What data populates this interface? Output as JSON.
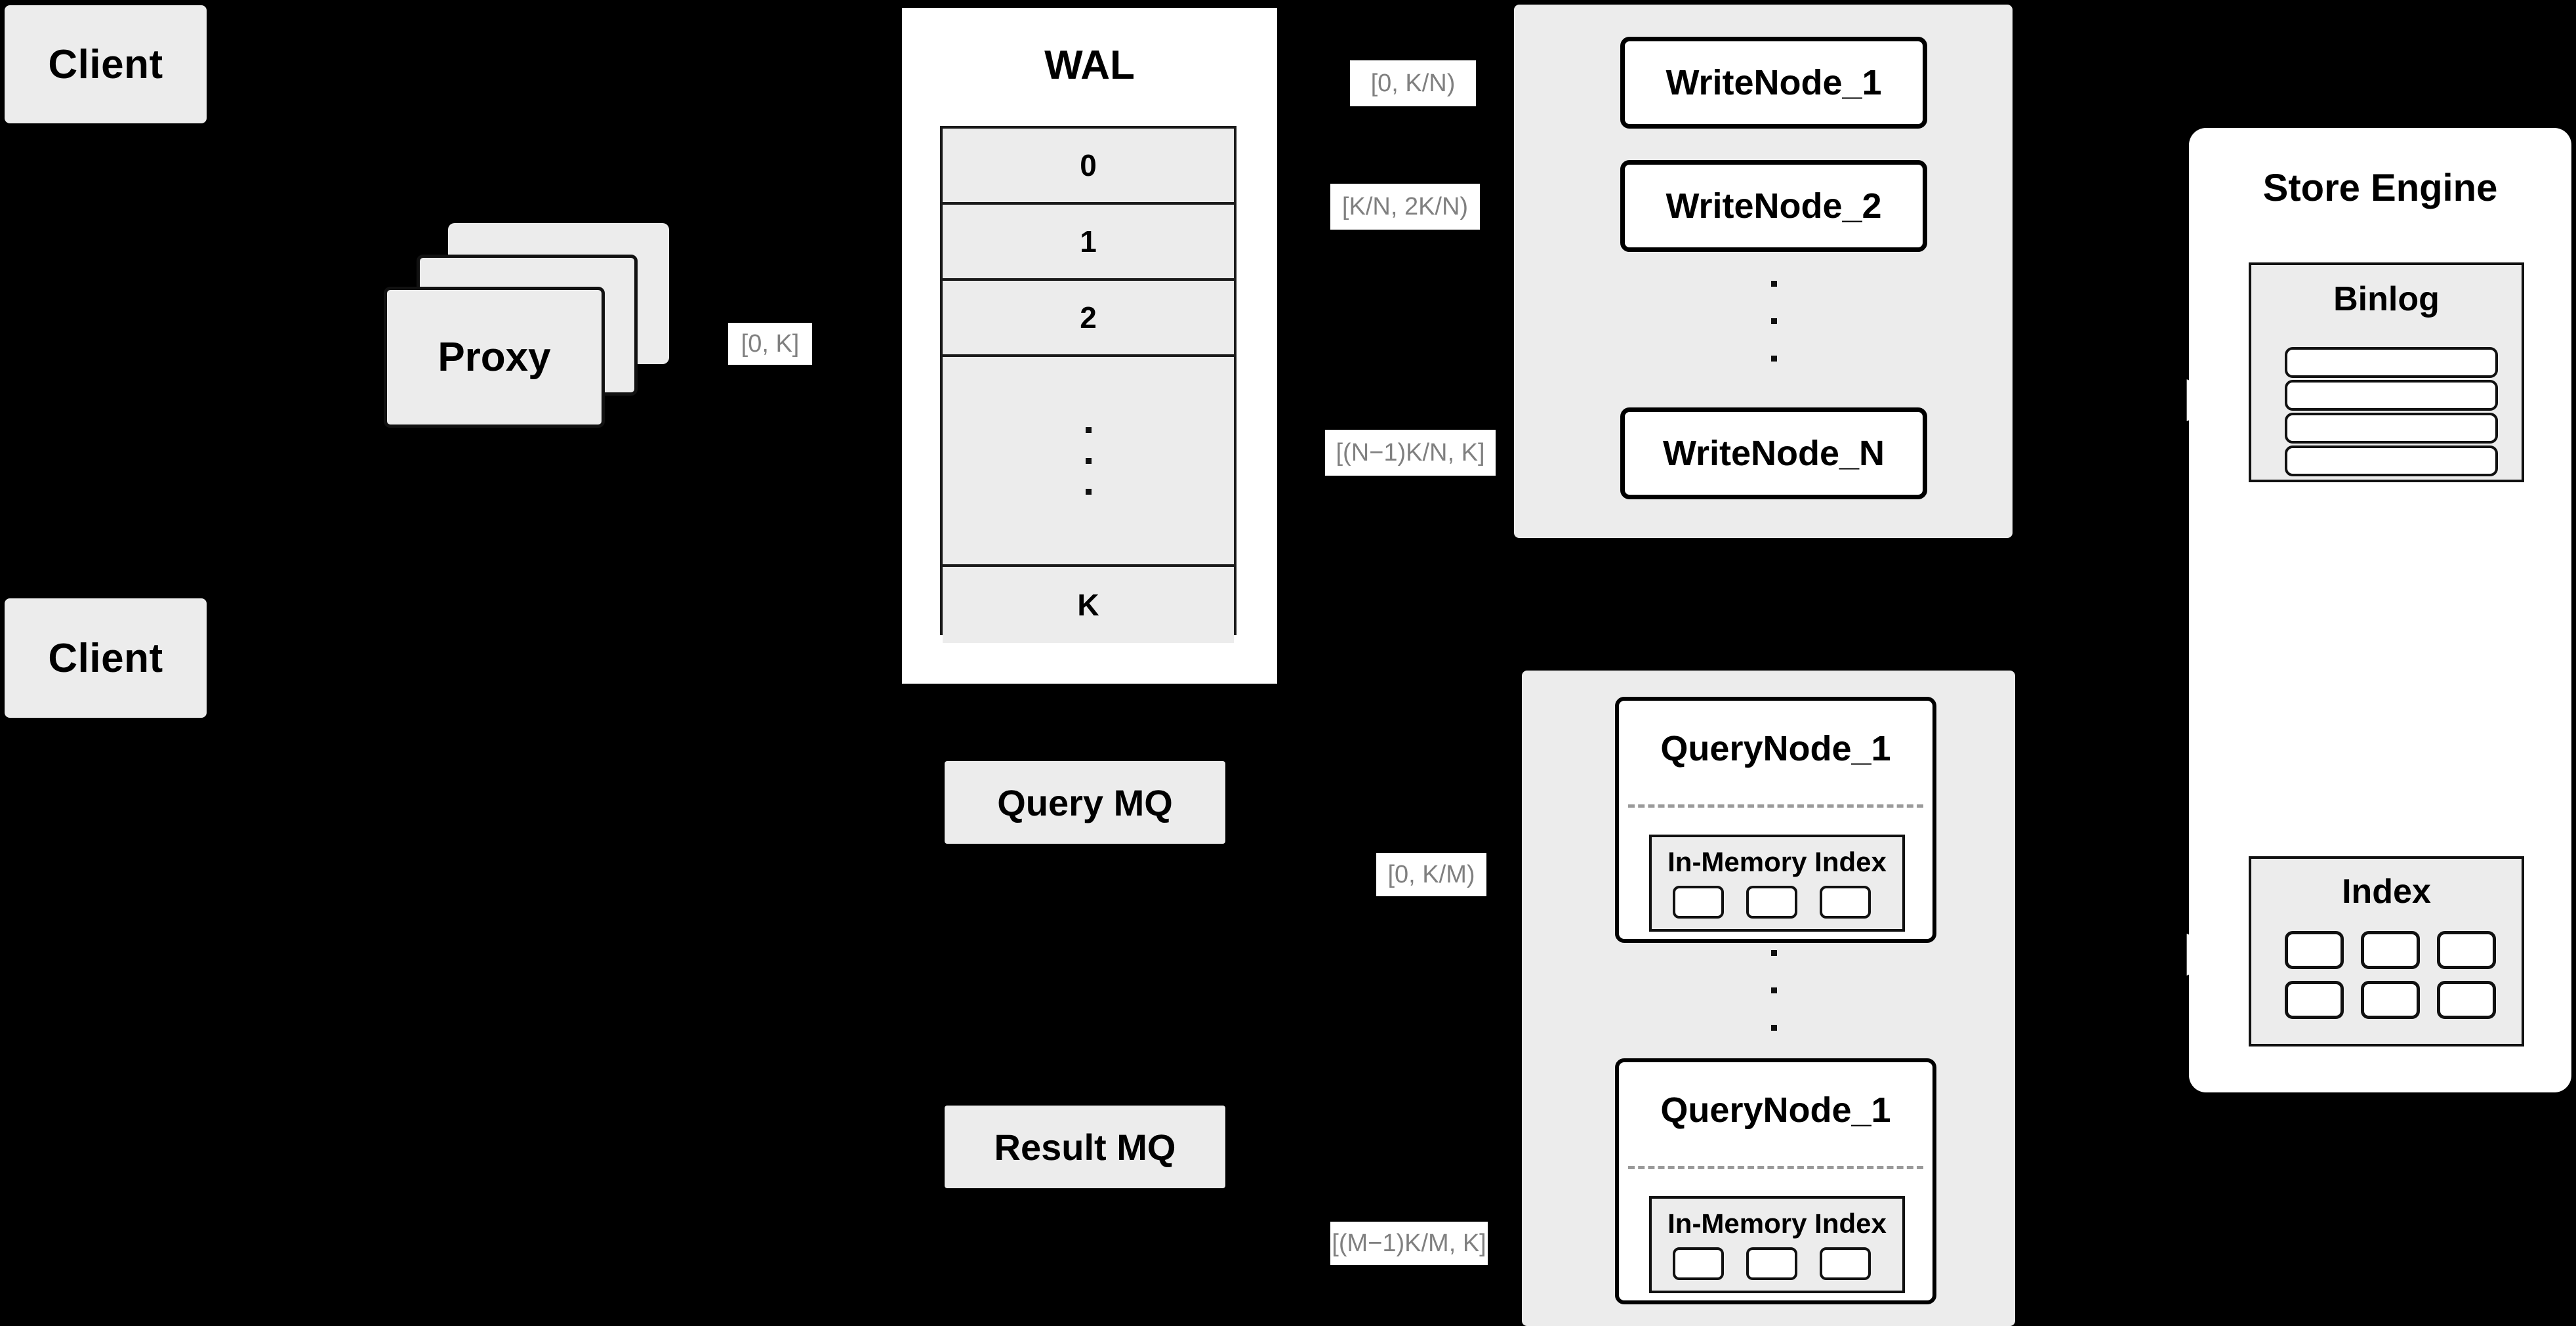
{
  "diagram": {
    "background": "#000000",
    "panel_fill": "#ececec",
    "node_fill": "#ffffff",
    "stroke": "#000000",
    "tag_text_color": "#808080"
  },
  "clients": [
    {
      "label": "Client"
    },
    {
      "label": "Client"
    }
  ],
  "proxy": {
    "label": "Proxy",
    "replica_count": 3
  },
  "tags": {
    "proxy_to_wal": "[0, K]",
    "write_node_1": "[0,  K/N)",
    "write_node_2": "[K/N, 2K/N)",
    "write_node_n": "[(N−1)K/N,  K]",
    "query_node_1": "[0, K/M)",
    "query_node_m": "[(M−1)K/M, K]"
  },
  "wal": {
    "title": "WAL",
    "rows": [
      "0",
      "1",
      "2"
    ],
    "ellipsis": "vertical-dots",
    "last_row": "K"
  },
  "message_queues": [
    {
      "label": "Query MQ"
    },
    {
      "label": "Result MQ"
    }
  ],
  "write_cluster": {
    "nodes": [
      {
        "label": "WriteNode_1"
      },
      {
        "label": "WriteNode_2"
      },
      {
        "label": "WriteNode_N"
      }
    ],
    "ellipsis": "vertical-dots"
  },
  "query_cluster": {
    "nodes": [
      {
        "label": "QueryNode_1",
        "index": {
          "label": "In-Memory Index",
          "cells": 3
        }
      },
      {
        "label": "QueryNode_1",
        "index": {
          "label": "In-Memory Index",
          "cells": 3
        }
      }
    ],
    "ellipsis": "vertical-dots"
  },
  "store_engine": {
    "title": "Store Engine",
    "binlog": {
      "title": "Binlog",
      "segments": 4
    },
    "index": {
      "title": "Index",
      "cells": 6,
      "columns": 3,
      "rows": 2
    }
  }
}
